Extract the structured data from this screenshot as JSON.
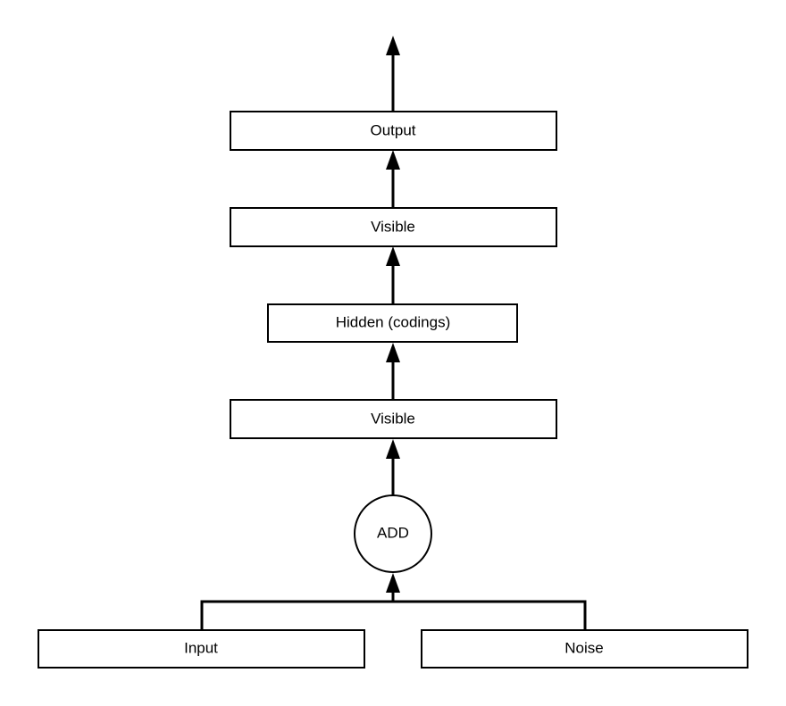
{
  "diagram": {
    "nodes": {
      "output": "Output",
      "visible_top": "Visible",
      "hidden": "Hidden (codings)",
      "visible_bottom": "Visible",
      "add": "ADD",
      "input": "Input",
      "noise": "Noise"
    }
  }
}
